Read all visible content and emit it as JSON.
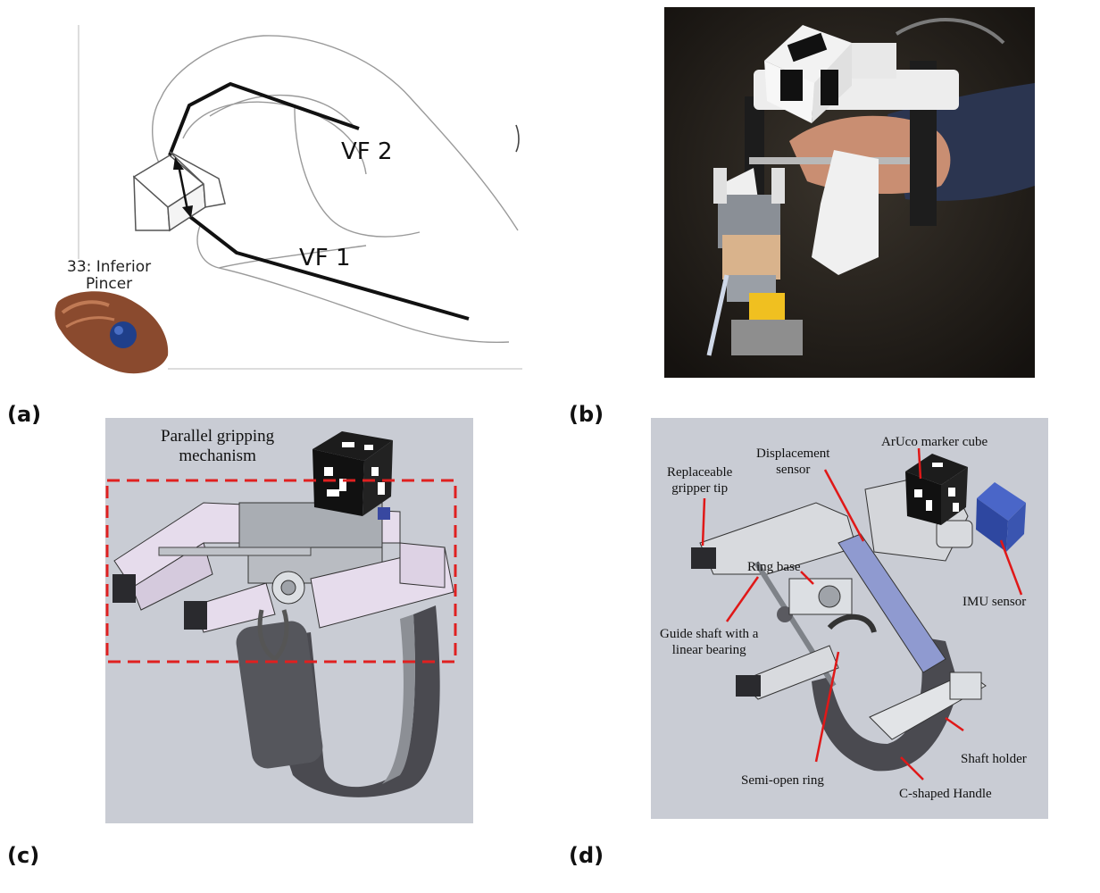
{
  "panels": {
    "a": {
      "label": "(a)",
      "grasp_caption_line1": "33: Inferior",
      "grasp_caption_line2": "Pincer",
      "vf2": "VF 2",
      "vf1": "VF 1"
    },
    "b": {
      "label": "(b)"
    },
    "c": {
      "label": "(c)",
      "title_line1": "Parallel gripping",
      "title_line2": "mechanism"
    },
    "d": {
      "label": "(d)",
      "annotations": {
        "displacement_line1": "Displacement",
        "displacement_line2": "sensor",
        "aruco": "ArUco marker cube",
        "gripper_line1": "Replaceable",
        "gripper_line2": "gripper tip",
        "ring_base": "Ring base",
        "imu": "IMU sensor",
        "guide_line1": "Guide shaft with a",
        "guide_line2": "linear bearing",
        "shaft_holder": "Shaft holder",
        "semi_open_ring": "Semi-open ring",
        "handle": "C-shaped Handle"
      }
    }
  },
  "colors": {
    "render_bg": "#c9ccd4",
    "dash_red": "#e02020",
    "leader_red": "#e01818",
    "part_lavender": "#e6dcec",
    "part_gray": "#a9adb3",
    "part_dark": "#2a2a2e",
    "photo_bg": "#1f1c18"
  }
}
